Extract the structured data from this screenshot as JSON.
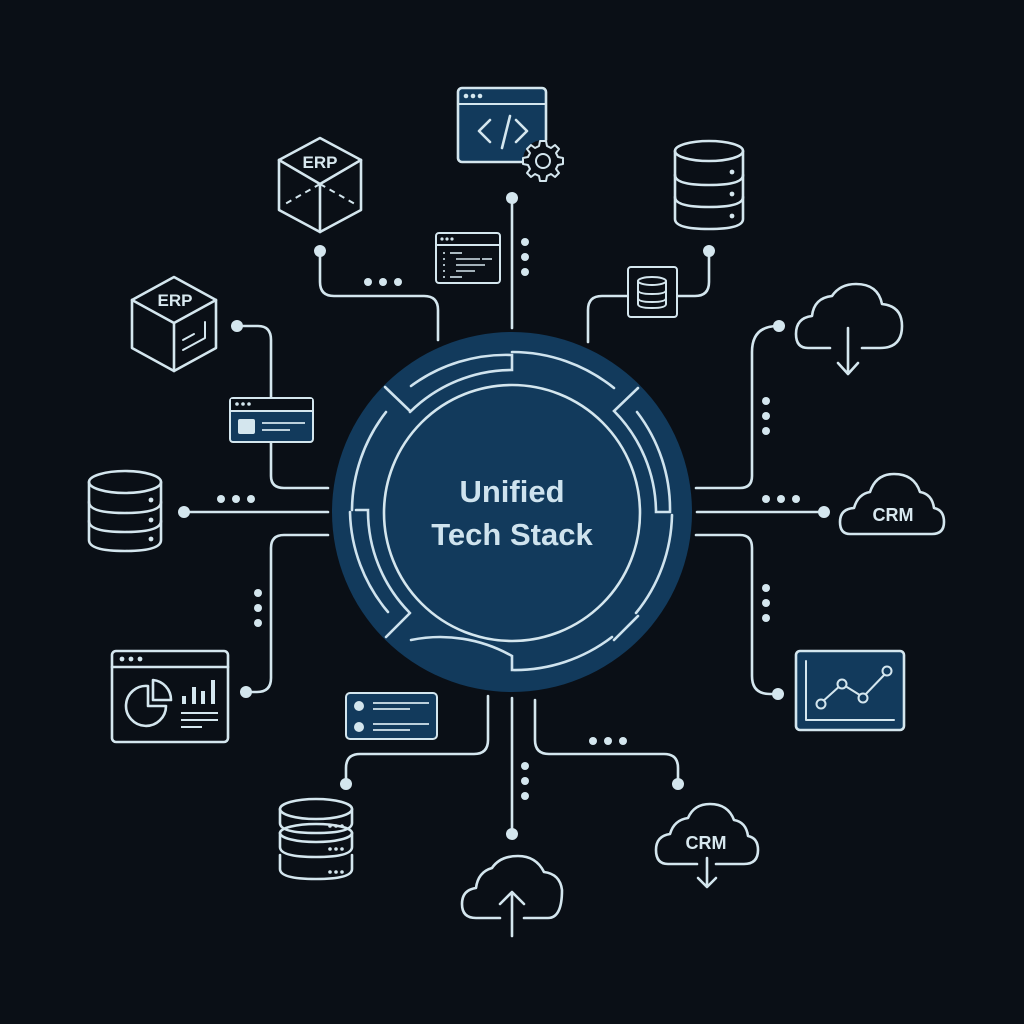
{
  "diagram": {
    "title_line1": "Unified",
    "title_line2": "Tech Stack",
    "colors": {
      "background": "#0a0f16",
      "hub_fill": "#123a5c",
      "line": "#d4e6ee",
      "panel_fill": "#123a5c"
    },
    "nodes": [
      {
        "id": "erp-top",
        "label": "ERP",
        "icon": "erp-cube-icon",
        "position": "top-left"
      },
      {
        "id": "code-settings",
        "label": "",
        "icon": "code-window-gear-icon",
        "position": "top"
      },
      {
        "id": "database-top",
        "label": "",
        "icon": "database-icon",
        "position": "top-right"
      },
      {
        "id": "cloud-download",
        "label": "",
        "icon": "cloud-download-icon",
        "position": "right-upper"
      },
      {
        "id": "crm-cloud",
        "label": "CRM",
        "icon": "crm-cloud-icon",
        "position": "right"
      },
      {
        "id": "line-chart",
        "label": "",
        "icon": "line-chart-icon",
        "position": "right-lower"
      },
      {
        "id": "crm-cloud-download",
        "label": "CRM",
        "icon": "crm-cloud-download-icon",
        "position": "bottom-right"
      },
      {
        "id": "cloud-upload",
        "label": "",
        "icon": "cloud-upload-icon",
        "position": "bottom"
      },
      {
        "id": "server-stack",
        "label": "",
        "icon": "server-stack-icon",
        "position": "bottom-left"
      },
      {
        "id": "analytics-dashboard",
        "label": "",
        "icon": "dashboard-window-icon",
        "position": "left-lower"
      },
      {
        "id": "database-left",
        "label": "",
        "icon": "database-icon",
        "position": "left"
      },
      {
        "id": "erp-left",
        "label": "ERP",
        "icon": "erp-box-icon",
        "position": "left-upper"
      }
    ],
    "inline_widgets": [
      {
        "id": "code-list-window",
        "icon": "code-list-window-icon"
      },
      {
        "id": "small-database",
        "icon": "small-database-icon"
      },
      {
        "id": "ui-card-window",
        "icon": "card-window-icon"
      },
      {
        "id": "list-panel",
        "icon": "list-panel-icon"
      }
    ]
  }
}
